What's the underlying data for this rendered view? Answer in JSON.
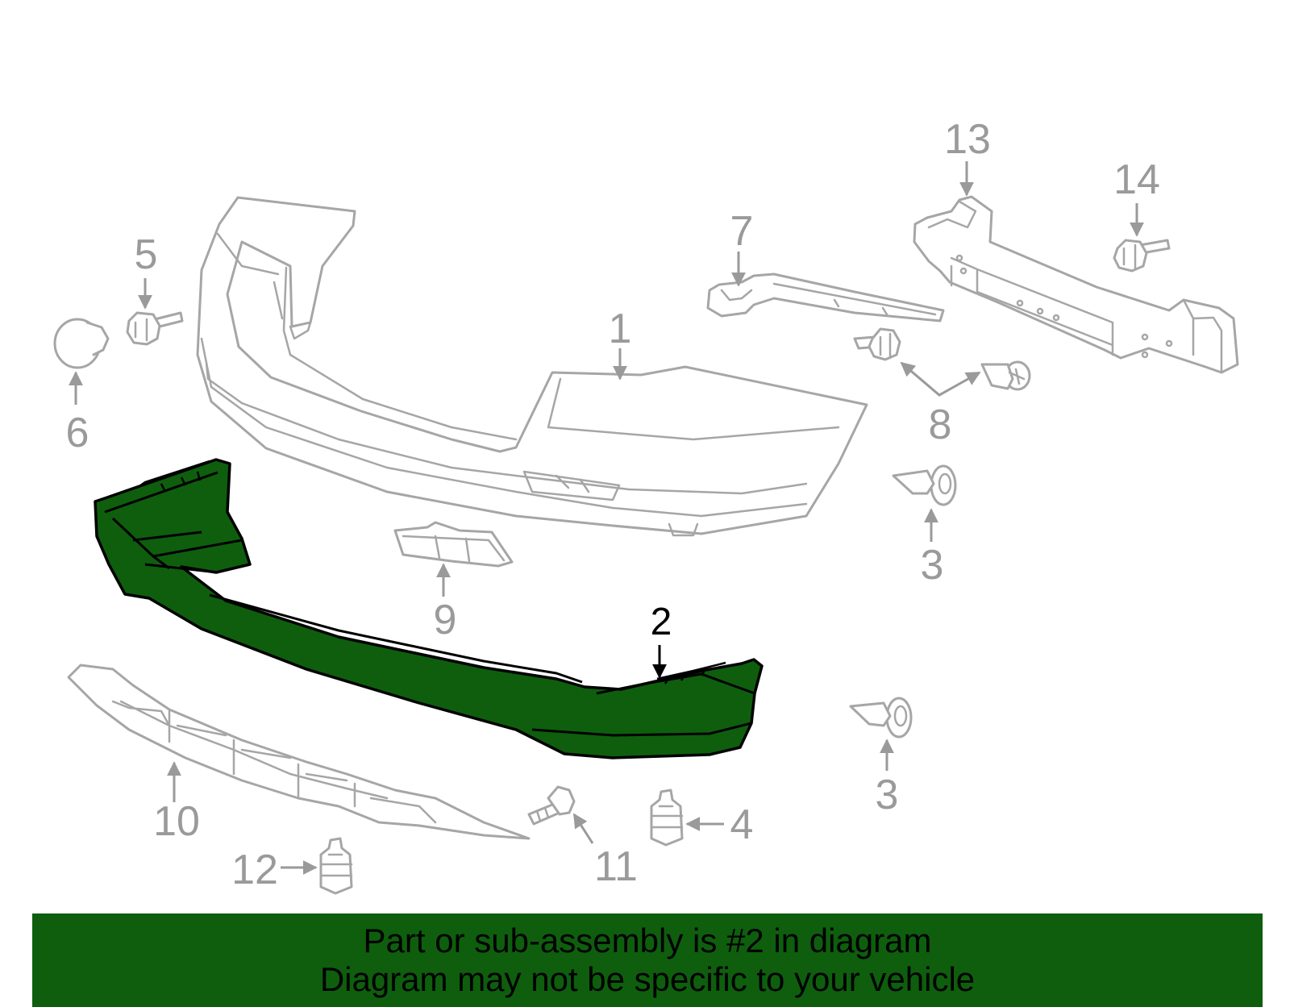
{
  "diagram": {
    "highlighted_part": "2",
    "highlight_color": "#0e5e0e",
    "outline_color": "#a6a6a6",
    "callout_labels": [
      "1",
      "2",
      "3",
      "3",
      "4",
      "5",
      "6",
      "7",
      "8",
      "9",
      "10",
      "11",
      "12",
      "13",
      "14"
    ]
  },
  "banner": {
    "line1": "Part or sub-assembly is #2 in diagram",
    "line2": "Diagram may not be specific to your vehicle",
    "background": "#0e5e0e"
  }
}
